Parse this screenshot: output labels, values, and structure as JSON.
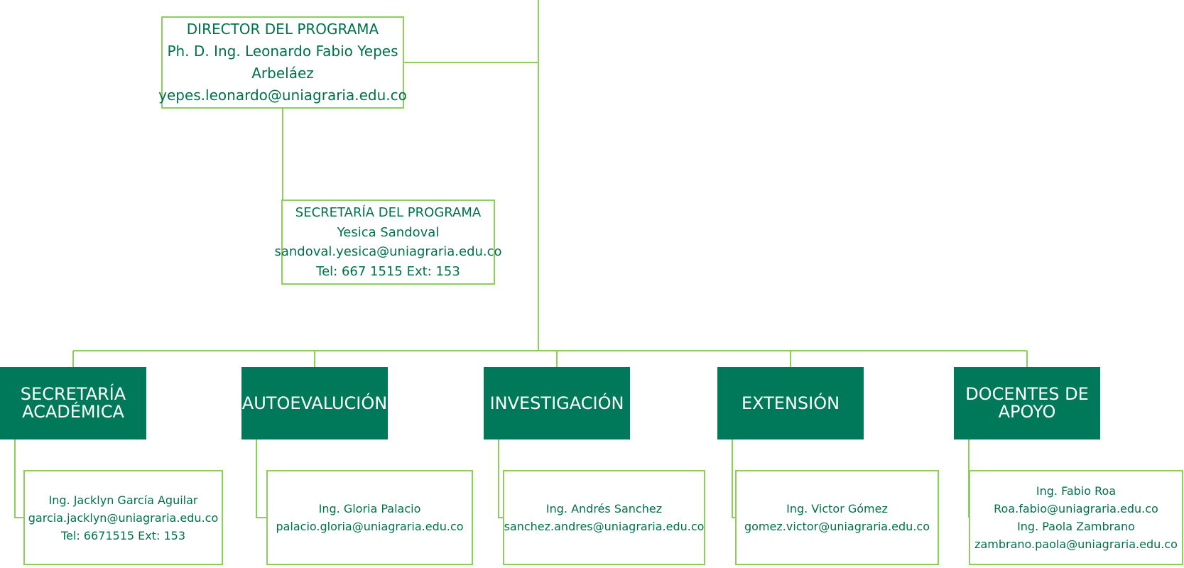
{
  "colors": {
    "connector": "#8dce5a",
    "box_border": "#8dce5a",
    "text_green": "#00704a",
    "department_fill": "#00795a",
    "department_text": "#ffffff"
  },
  "director": {
    "title": "DIRECTOR DEL PROGRAMA",
    "name_line1": "Ph. D. Ing. Leonardo Fabio Yepes",
    "name_line2": "Arbeláez",
    "email": "yepes.leonardo@uniagraria.edu.co"
  },
  "program_secretary": {
    "title": "SECRETARÍA DEL PROGRAMA",
    "name": "Yesica Sandoval",
    "email": "sandoval.yesica@uniagraria.edu.co",
    "phone": "Tel: 667 1515 Ext: 153"
  },
  "departments": [
    {
      "label_line1": "SECRETARÍA",
      "label_line2": "ACADÉMICA",
      "contact": [
        "Ing. Jacklyn García Aguilar",
        "garcia.jacklyn@uniagraria.edu.co",
        "Tel: 6671515 Ext: 153"
      ]
    },
    {
      "label_line1": "AUTOEVALUCIÓN",
      "contact": [
        "Ing. Gloria Palacio",
        "palacio.gloria@uniagraria.edu.co"
      ]
    },
    {
      "label_line1": "INVESTIGACIÓN",
      "contact": [
        "Ing. Andrés Sanchez",
        "sanchez.andres@uniagraria.edu.co"
      ]
    },
    {
      "label_line1": "EXTENSIÓN",
      "contact": [
        "Ing. Victor Gómez",
        "gomez.victor@uniagraria.edu.co"
      ]
    },
    {
      "label_line1": "DOCENTES DE",
      "label_line2": "APOYO",
      "contact": [
        "Ing. Fabio Roa",
        "Roa.fabio@uniagraria.edu.co",
        "Ing. Paola Zambrano",
        "zambrano.paola@uniagraria.edu.co"
      ]
    }
  ]
}
